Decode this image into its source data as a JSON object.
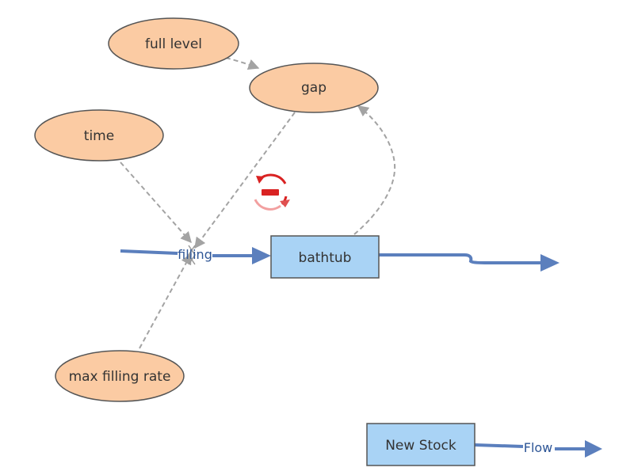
{
  "diagram": {
    "variables": {
      "full_level": "full level",
      "gap": "gap",
      "time": "time",
      "max_filling_rate": "max filling rate"
    },
    "stocks": {
      "bathtub": "bathtub",
      "new_stock": "New Stock"
    },
    "flows": {
      "filling": "filling",
      "flow": "Flow"
    },
    "loop": {
      "polarity": "negative",
      "symbol": "−"
    },
    "colors": {
      "variable_fill": "#fbcba3",
      "variable_stroke": "#555555",
      "stock_fill": "#a9d3f5",
      "stock_stroke": "#555555",
      "flow": "#5b7fbd",
      "link": "#a3a3a3",
      "loop": "#d92222"
    }
  }
}
